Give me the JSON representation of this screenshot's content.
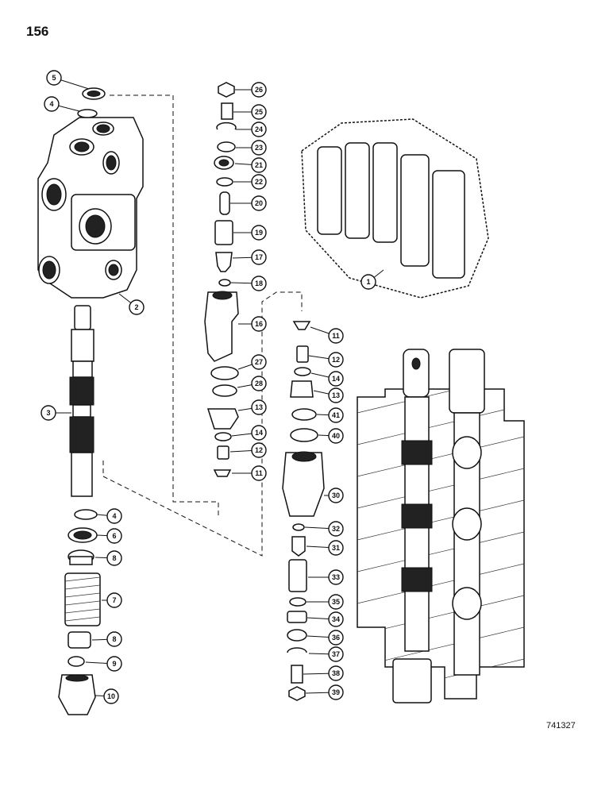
{
  "page_number": "156",
  "figure_number": "741327",
  "callouts": [
    {
      "label": "5"
    },
    {
      "label": "4"
    },
    {
      "label": "2"
    },
    {
      "label": "3"
    },
    {
      "label": "4"
    },
    {
      "label": "6"
    },
    {
      "label": "8"
    },
    {
      "label": "7"
    },
    {
      "label": "8"
    },
    {
      "label": "9"
    },
    {
      "label": "10"
    },
    {
      "label": "26"
    },
    {
      "label": "25"
    },
    {
      "label": "24"
    },
    {
      "label": "23"
    },
    {
      "label": "21"
    },
    {
      "label": "22"
    },
    {
      "label": "20"
    },
    {
      "label": "19"
    },
    {
      "label": "17"
    },
    {
      "label": "18"
    },
    {
      "label": "16"
    },
    {
      "label": "27"
    },
    {
      "label": "28"
    },
    {
      "label": "13"
    },
    {
      "label": "14"
    },
    {
      "label": "12"
    },
    {
      "label": "11"
    },
    {
      "label": "1"
    },
    {
      "label": "11"
    },
    {
      "label": "12"
    },
    {
      "label": "14"
    },
    {
      "label": "13"
    },
    {
      "label": "41"
    },
    {
      "label": "40"
    },
    {
      "label": "30"
    },
    {
      "label": "32"
    },
    {
      "label": "31"
    },
    {
      "label": "33"
    },
    {
      "label": "35"
    },
    {
      "label": "34"
    },
    {
      "label": "36"
    },
    {
      "label": "37"
    },
    {
      "label": "38"
    },
    {
      "label": "39"
    }
  ]
}
